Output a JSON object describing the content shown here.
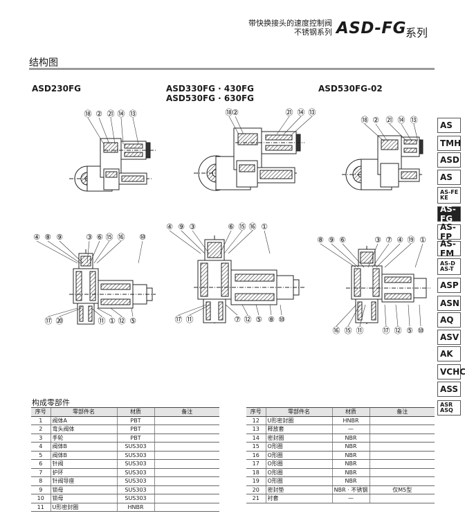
{
  "header": {
    "subtitle_line1": "带快换接头的速度控制阀",
    "subtitle_line2": "不锈钢系列",
    "series_code": "ASD-FG",
    "series_word": "系列"
  },
  "section": {
    "title": "结构图"
  },
  "models": {
    "left": "ASD230FG",
    "middle_line1": "ASD330FG · 430FG",
    "middle_line2": "ASD530FG · 630FG",
    "right": "ASD530FG-02"
  },
  "callouts": {
    "d1": [
      "⑱",
      "②",
      "㉑",
      "⑭",
      "⑬"
    ],
    "d2": [
      "⑱",
      "②",
      "㉑",
      "⑭",
      "⑬"
    ],
    "d3": [
      "⑱",
      "②",
      "㉑",
      "⑭",
      "⑬"
    ],
    "d4_top": [
      "④",
      "⑧",
      "⑨",
      "③",
      "⑥",
      "⑮",
      "⑯",
      "⑩"
    ],
    "d4_bottom": [
      "⑰",
      "⑳",
      "⑪",
      "①",
      "⑫",
      "⑤"
    ],
    "d5_top": [
      "④",
      "⑨",
      "③",
      "⑥",
      "⑮",
      "⑯",
      "①"
    ],
    "d5_bottom": [
      "⑰",
      "⑪",
      "⑦",
      "⑫",
      "⑤",
      "⑧",
      "⑩"
    ],
    "d6_top": [
      "⑧",
      "⑨",
      "⑥",
      "③",
      "⑦",
      "④",
      "⑲",
      "①"
    ],
    "d6_bottom": [
      "⑯",
      "⑮",
      "⑪",
      "⑰",
      "⑫",
      "⑤",
      "⑩"
    ]
  },
  "side_tabs": [
    "AS",
    "TMH",
    "ASD",
    "AS",
    "AS-FE KE",
    "AS-FG",
    "AS-FP",
    "AS-FM",
    "AS-D AS-T",
    "ASP",
    "ASN",
    "AQ",
    "ASV",
    "AK",
    "VCHC",
    "ASS",
    "ASR ASQ"
  ],
  "active_tab": "AS-FG",
  "parts_table": {
    "title": "构成零部件",
    "headers": [
      "序号",
      "零部件名",
      "材质",
      "备注"
    ],
    "left_rows": [
      [
        "1",
        "阀体A",
        "PBT",
        ""
      ],
      [
        "2",
        "弯头阀体",
        "PBT",
        ""
      ],
      [
        "3",
        "手轮",
        "PBT",
        ""
      ],
      [
        "4",
        "阀体B",
        "SUS303",
        ""
      ],
      [
        "5",
        "阀体B",
        "SUS303",
        ""
      ],
      [
        "6",
        "针阀",
        "SUS303",
        ""
      ],
      [
        "7",
        "护环",
        "SUS303",
        ""
      ],
      [
        "8",
        "针阀导座",
        "SUS303",
        ""
      ],
      [
        "9",
        "锁母",
        "SUS303",
        ""
      ],
      [
        "10",
        "锁母",
        "SUS303",
        ""
      ],
      [
        "11",
        "U形密封圈",
        "HNBR",
        ""
      ]
    ],
    "right_rows": [
      [
        "12",
        "U形密封圈",
        "HNBR",
        ""
      ],
      [
        "13",
        "释放套",
        "—",
        ""
      ],
      [
        "14",
        "密封圈",
        "NBR",
        ""
      ],
      [
        "15",
        "O形圈",
        "NBR",
        ""
      ],
      [
        "16",
        "O形圈",
        "NBR",
        ""
      ],
      [
        "17",
        "O形圈",
        "NBR",
        ""
      ],
      [
        "18",
        "O形圈",
        "NBR",
        ""
      ],
      [
        "19",
        "O形圈",
        "NBR",
        ""
      ],
      [
        "20",
        "密封垫",
        "NBR · 不锈钢",
        "仅M5型"
      ],
      [
        "21",
        "衬套",
        "—",
        ""
      ]
    ]
  }
}
